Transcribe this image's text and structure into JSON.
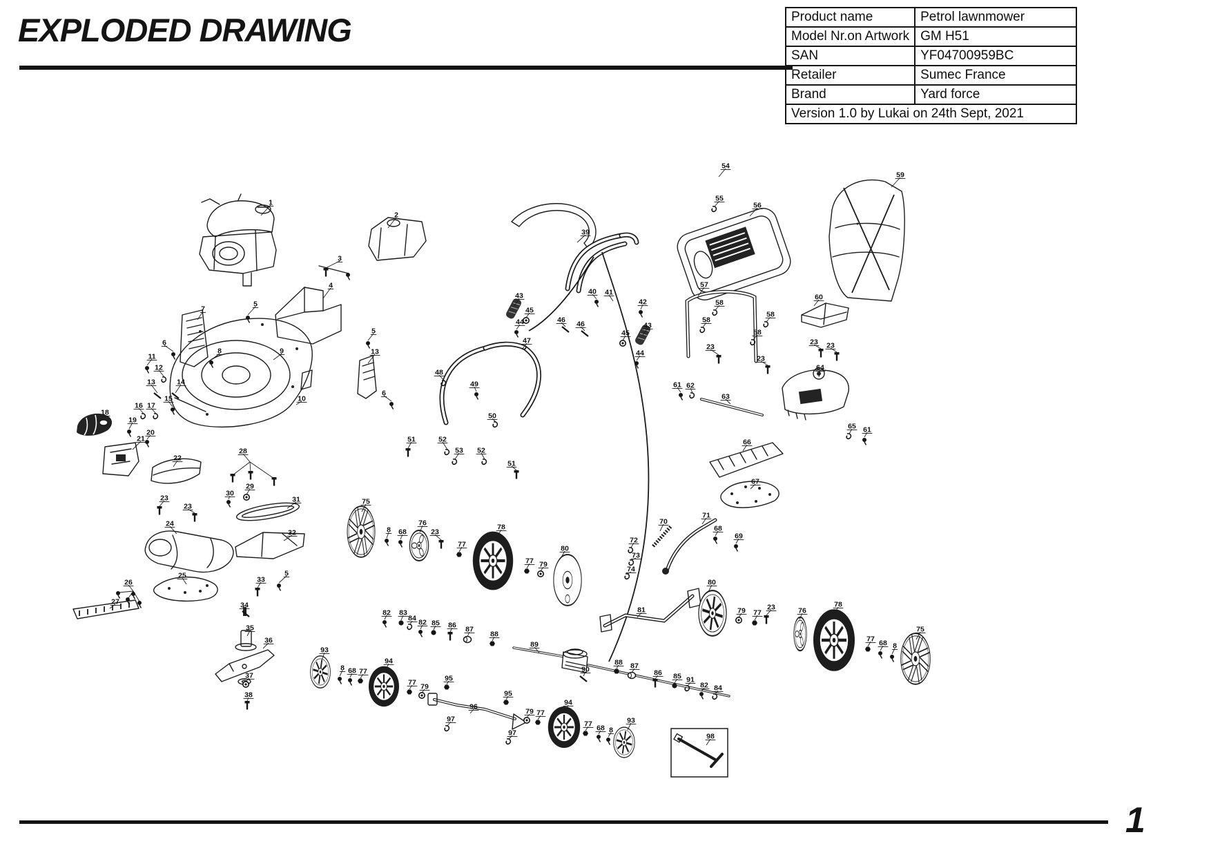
{
  "header": {
    "title": "EXPLODED DRAWING"
  },
  "info_table": {
    "rows": [
      {
        "label": "Product name",
        "value": "Petrol lawnmower"
      },
      {
        "label": "Model Nr.on Artwork",
        "value": "GM H51"
      },
      {
        "label": "SAN",
        "value": "YF04700959BC"
      },
      {
        "label": "Retailer",
        "value": "Sumec France"
      },
      {
        "label": "Brand",
        "value": "Yard force"
      }
    ],
    "version_note": "Version 1.0 by Lukai on 24th Sept, 2021"
  },
  "footer": {
    "page_number": "1"
  },
  "colors": {
    "ink": "#161616",
    "paper": "#ffffff"
  },
  "diagram": {
    "callouts": [
      [
        "1",
        392,
        293,
        378,
        312,
        ""
      ],
      [
        "2",
        574,
        311,
        562,
        330,
        ""
      ],
      [
        "3",
        492,
        374,
        472,
        388,
        "b"
      ],
      [
        "4",
        479,
        413,
        468,
        432,
        ""
      ],
      [
        "5",
        370,
        440,
        359,
        456,
        "s"
      ],
      [
        "5",
        541,
        479,
        533,
        493,
        "s"
      ],
      [
        "5",
        415,
        830,
        404,
        844,
        "s"
      ],
      [
        "6",
        238,
        496,
        251,
        509,
        "s"
      ],
      [
        "6",
        556,
        569,
        567,
        581,
        "s"
      ],
      [
        "7",
        294,
        447,
        286,
        463,
        ""
      ],
      [
        "8",
        318,
        508,
        306,
        521,
        "s"
      ],
      [
        "8",
        563,
        767,
        560,
        779,
        "s"
      ],
      [
        "8",
        1296,
        935,
        1292,
        947,
        "s"
      ],
      [
        "8",
        496,
        967,
        492,
        979,
        "s"
      ],
      [
        "8",
        885,
        1057,
        881,
        1067,
        "s"
      ],
      [
        "9",
        408,
        508,
        396,
        521,
        ""
      ],
      [
        "10",
        437,
        577,
        429,
        586,
        ""
      ],
      [
        "11",
        220,
        516,
        213,
        529,
        "s"
      ],
      [
        "12",
        230,
        532,
        238,
        546,
        "c"
      ],
      [
        "13",
        219,
        553,
        228,
        569,
        "r"
      ],
      [
        "13",
        543,
        509,
        533,
        526,
        ""
      ],
      [
        "14",
        262,
        553,
        254,
        569,
        "r"
      ],
      [
        "15",
        244,
        577,
        250,
        589,
        "s"
      ],
      [
        "16",
        201,
        587,
        208,
        599,
        "c"
      ],
      [
        "17",
        219,
        587,
        226,
        599,
        "c"
      ],
      [
        "18",
        152,
        597,
        142,
        611,
        ""
      ],
      [
        "19",
        192,
        608,
        187,
        621,
        "s"
      ],
      [
        "20",
        218,
        626,
        213,
        636,
        "s"
      ],
      [
        "21",
        204,
        635,
        192,
        651,
        ""
      ],
      [
        "22",
        257,
        663,
        251,
        676,
        ""
      ],
      [
        "23",
        238,
        721,
        231,
        733,
        "b"
      ],
      [
        "23",
        272,
        733,
        282,
        743,
        "b"
      ],
      [
        "23",
        630,
        770,
        639,
        782,
        "b"
      ],
      [
        "23",
        1117,
        879,
        1110,
        891,
        "b"
      ],
      [
        "23",
        1029,
        502,
        1041,
        514,
        "b"
      ],
      [
        "23",
        1102,
        519,
        1112,
        529,
        "b"
      ],
      [
        "23",
        1179,
        495,
        1189,
        505,
        "b"
      ],
      [
        "23",
        1203,
        500,
        1212,
        510,
        "b"
      ],
      [
        "24",
        246,
        758,
        256,
        773,
        ""
      ],
      [
        "25",
        264,
        833,
        270,
        846,
        ""
      ],
      [
        "26",
        186,
        843,
        193,
        856,
        "s"
      ],
      [
        "27",
        167,
        871,
        159,
        881,
        ""
      ],
      [
        "28",
        352,
        653,
        362,
        669,
        ""
      ],
      [
        "29",
        362,
        704,
        357,
        716,
        "w"
      ],
      [
        "30",
        333,
        714,
        331,
        723,
        "s"
      ],
      [
        "31",
        429,
        723,
        416,
        736,
        ""
      ],
      [
        "32",
        423,
        771,
        411,
        783,
        ""
      ],
      [
        "33",
        378,
        839,
        373,
        851,
        "b"
      ],
      [
        "34",
        354,
        876,
        356,
        885,
        "r"
      ],
      [
        "35",
        362,
        909,
        358,
        921,
        ""
      ],
      [
        "36",
        389,
        927,
        381,
        939,
        ""
      ],
      [
        "37",
        361,
        978,
        356,
        987,
        "w"
      ],
      [
        "38",
        360,
        1006,
        358,
        1015,
        "b"
      ],
      [
        "39",
        848,
        336,
        836,
        351,
        ""
      ],
      [
        "40",
        858,
        422,
        864,
        433,
        "s"
      ],
      [
        "41",
        882,
        423,
        888,
        436,
        ""
      ],
      [
        "42",
        931,
        437,
        928,
        448,
        "s"
      ],
      [
        "43",
        752,
        428,
        745,
        443,
        ""
      ],
      [
        "43",
        938,
        471,
        931,
        485,
        ""
      ],
      [
        "44",
        753,
        466,
        748,
        477,
        "s"
      ],
      [
        "44",
        927,
        511,
        922,
        522,
        "s"
      ],
      [
        "45",
        767,
        449,
        762,
        460,
        "w"
      ],
      [
        "45",
        906,
        482,
        902,
        493,
        "w"
      ],
      [
        "46",
        813,
        463,
        819,
        473,
        "r"
      ],
      [
        "46",
        841,
        469,
        847,
        479,
        "r"
      ],
      [
        "47",
        763,
        493,
        756,
        506,
        ""
      ],
      [
        "48",
        636,
        539,
        643,
        551,
        "c"
      ],
      [
        "49",
        687,
        556,
        690,
        567,
        "s"
      ],
      [
        "50",
        713,
        602,
        718,
        611,
        "c"
      ],
      [
        "51",
        596,
        636,
        591,
        649,
        "b"
      ],
      [
        "51",
        741,
        671,
        748,
        681,
        "b"
      ],
      [
        "52",
        641,
        636,
        648,
        651,
        "c"
      ],
      [
        "52",
        697,
        652,
        702,
        665,
        "c"
      ],
      [
        "53",
        665,
        652,
        659,
        665,
        "c"
      ],
      [
        "54",
        1051,
        240,
        1041,
        256,
        ""
      ],
      [
        "55",
        1042,
        287,
        1035,
        299,
        "c"
      ],
      [
        "56",
        1097,
        297,
        1086,
        313,
        ""
      ],
      [
        "57",
        1020,
        412,
        1011,
        429,
        ""
      ],
      [
        "58",
        1042,
        438,
        1036,
        449,
        "c"
      ],
      [
        "58",
        1023,
        463,
        1018,
        474,
        "c"
      ],
      [
        "58",
        1116,
        455,
        1110,
        466,
        "c"
      ],
      [
        "58",
        1097,
        481,
        1091,
        492,
        "c"
      ],
      [
        "59",
        1304,
        253,
        1291,
        271,
        ""
      ],
      [
        "60",
        1186,
        430,
        1179,
        443,
        ""
      ],
      [
        "61",
        981,
        557,
        986,
        568,
        "s"
      ],
      [
        "61",
        1256,
        622,
        1252,
        633,
        "s"
      ],
      [
        "62",
        1000,
        558,
        1003,
        569,
        "c"
      ],
      [
        "63",
        1051,
        574,
        1058,
        585,
        ""
      ],
      [
        "64",
        1188,
        532,
        1186,
        546,
        ""
      ],
      [
        "65",
        1234,
        617,
        1230,
        628,
        "c"
      ],
      [
        "66",
        1082,
        640,
        1076,
        653,
        ""
      ],
      [
        "67",
        1094,
        697,
        1087,
        708,
        ""
      ],
      [
        "68",
        583,
        770,
        580,
        781,
        "s"
      ],
      [
        "68",
        1040,
        765,
        1036,
        776,
        "s"
      ],
      [
        "68",
        1279,
        931,
        1275,
        942,
        "s"
      ],
      [
        "68",
        510,
        971,
        507,
        981,
        "s"
      ],
      [
        "68",
        870,
        1054,
        867,
        1063,
        "s"
      ],
      [
        "69",
        1070,
        776,
        1066,
        787,
        "s"
      ],
      [
        "70",
        961,
        755,
        956,
        769,
        ""
      ],
      [
        "71",
        1023,
        746,
        1017,
        759,
        ""
      ],
      [
        "72",
        918,
        782,
        914,
        793,
        "c"
      ],
      [
        "73",
        921,
        804,
        915,
        811,
        "c"
      ],
      [
        "74",
        914,
        824,
        909,
        831,
        "c"
      ],
      [
        "75",
        530,
        726,
        524,
        741,
        ""
      ],
      [
        "75",
        1333,
        911,
        1327,
        926,
        ""
      ],
      [
        "76",
        612,
        757,
        608,
        771,
        ""
      ],
      [
        "76",
        1162,
        884,
        1158,
        897,
        ""
      ],
      [
        "77",
        669,
        788,
        665,
        799,
        "n"
      ],
      [
        "77",
        767,
        812,
        763,
        823,
        "n"
      ],
      [
        "77",
        1097,
        887,
        1093,
        898,
        "n"
      ],
      [
        "77",
        1261,
        925,
        1257,
        936,
        "n"
      ],
      [
        "77",
        526,
        972,
        522,
        982,
        "n"
      ],
      [
        "77",
        597,
        988,
        593,
        998,
        "n"
      ],
      [
        "77",
        783,
        1032,
        779,
        1042,
        "n"
      ],
      [
        "77",
        852,
        1048,
        848,
        1058,
        "n"
      ],
      [
        "78",
        726,
        763,
        719,
        779,
        ""
      ],
      [
        "78",
        1214,
        875,
        1207,
        891,
        ""
      ],
      [
        "79",
        787,
        817,
        783,
        827,
        "w"
      ],
      [
        "79",
        1074,
        884,
        1070,
        894,
        "w"
      ],
      [
        "79",
        615,
        994,
        611,
        1003,
        "w"
      ],
      [
        "79",
        767,
        1030,
        763,
        1039,
        "w"
      ],
      [
        "80",
        818,
        794,
        813,
        807,
        ""
      ],
      [
        "80",
        1031,
        843,
        1026,
        857,
        ""
      ],
      [
        "81",
        929,
        883,
        923,
        894,
        ""
      ],
      [
        "82",
        560,
        887,
        557,
        897,
        "s"
      ],
      [
        "82",
        612,
        901,
        609,
        911,
        "s"
      ],
      [
        "82",
        1020,
        992,
        1016,
        1001,
        "s"
      ],
      [
        "83",
        584,
        887,
        581,
        898,
        "d"
      ],
      [
        "84",
        597,
        895,
        594,
        904,
        "c"
      ],
      [
        "84",
        1040,
        996,
        1036,
        1005,
        "c"
      ],
      [
        "85",
        631,
        902,
        628,
        912,
        "d"
      ],
      [
        "85",
        981,
        979,
        977,
        989,
        "d"
      ],
      [
        "86",
        655,
        905,
        652,
        915,
        "b"
      ],
      [
        "86",
        953,
        974,
        949,
        983,
        "b"
      ],
      [
        "87",
        680,
        911,
        677,
        922,
        "m"
      ],
      [
        "87",
        919,
        964,
        915,
        974,
        "m"
      ],
      [
        "88",
        716,
        918,
        713,
        928,
        "n"
      ],
      [
        "88",
        896,
        959,
        893,
        968,
        "n"
      ],
      [
        "89",
        774,
        933,
        781,
        945,
        ""
      ],
      [
        "90",
        848,
        969,
        845,
        979,
        "r"
      ],
      [
        "91",
        1000,
        984,
        996,
        993,
        "c"
      ],
      [
        "93",
        470,
        941,
        466,
        956,
        ""
      ],
      [
        "94",
        563,
        957,
        558,
        971,
        ""
      ],
      [
        "94",
        823,
        1017,
        818,
        1031,
        ""
      ],
      [
        "93",
        914,
        1043,
        909,
        1057,
        ""
      ],
      [
        "95",
        650,
        982,
        647,
        991,
        "n"
      ],
      [
        "95",
        736,
        1004,
        733,
        1013,
        "n"
      ],
      [
        "96",
        686,
        1023,
        681,
        1033,
        ""
      ],
      [
        "97",
        653,
        1041,
        648,
        1051,
        "c"
      ],
      [
        "97",
        742,
        1061,
        737,
        1070,
        "c"
      ],
      [
        "98",
        1029,
        1066,
        1023,
        1079,
        ""
      ]
    ],
    "wheels": [
      [
        "fan",
        523,
        770,
        0.5,
        0.92
      ],
      [
        "fan",
        1326,
        954,
        0.53,
        0.92
      ],
      [
        "hub",
        607,
        790,
        0.62,
        1.0
      ],
      [
        "hub",
        1159,
        918,
        0.42,
        1.1
      ],
      [
        "dark",
        714,
        812,
        0.73,
        1.06
      ],
      [
        "dark",
        1208,
        927,
        0.75,
        1.12
      ],
      [
        "dark",
        556,
        994,
        0.55,
        0.73
      ],
      [
        "dark",
        817,
        1053,
        0.58,
        0.75
      ],
      [
        "cap",
        822,
        840,
        0.53,
        0.97
      ],
      [
        "light",
        1032,
        888,
        0.5,
        0.82
      ],
      [
        "light",
        464,
        973,
        0.36,
        0.58
      ],
      [
        "light",
        904,
        1075,
        0.38,
        0.55
      ]
    ]
  }
}
